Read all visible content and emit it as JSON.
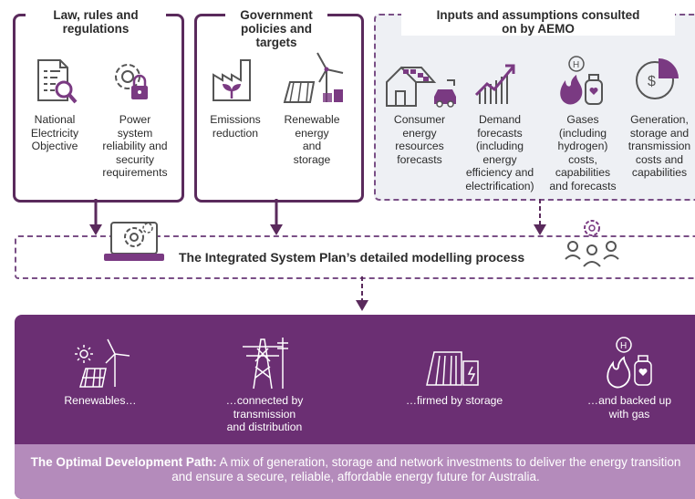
{
  "boxes": {
    "law": {
      "title": "Law, rules and\nregulations",
      "items": [
        {
          "icon": "document-magnifier-icon",
          "label": "National\nElectricity\nObjective"
        },
        {
          "icon": "gear-lock-icon",
          "label": "Power\nsystem\nreliability and\nsecurity\nrequirements"
        }
      ]
    },
    "government": {
      "title": "Government\npolicies and\ntargets",
      "items": [
        {
          "icon": "factory-plant-icon",
          "label": "Emissions\nreduction"
        },
        {
          "icon": "wind-solar-storage-icon",
          "label": "Renewable\nenergy\nand\nstorage"
        }
      ]
    },
    "inputs": {
      "title": "Inputs and assumptions consulted\non by AEMO",
      "items": [
        {
          "icon": "house-solar-ev-icon",
          "label": "Consumer\nenergy\nresources\nforecasts"
        },
        {
          "icon": "growth-chart-icon",
          "label": "Demand\nforecasts\n(including\nenergy\nefficiency and\nelectrification)"
        },
        {
          "icon": "gas-hydrogen-icon",
          "label": "Gases\n(including\nhydrogen)\ncosts,\ncapabilities\nand forecasts"
        },
        {
          "icon": "dollar-pie-icon",
          "label": "Generation,\nstorage and\ntransmission\ncosts and\ncapabilities"
        }
      ]
    }
  },
  "modelling": {
    "label": "The Integrated System Plan’s detailed modelling process"
  },
  "outcome": {
    "items": [
      {
        "icon": "wind-solar-icon",
        "label": "Renewables…"
      },
      {
        "icon": "transmission-tower-icon",
        "label": "…connected by\ntransmission\nand distribution"
      },
      {
        "icon": "dam-storage-icon",
        "label": "…firmed by storage"
      },
      {
        "icon": "gas-flame-icon",
        "label": "…and backed up\nwith gas"
      }
    ],
    "odp_bold": "The Optimal Development Path:",
    "odp_text": " A mix of generation, storage and network investments to deliver the energy transition and ensure a secure, reliable, affordable energy future for Australia."
  },
  "colors": {
    "primary": "#6b2f73",
    "dark_border": "#5a2a5c",
    "light_purple": "#b48bbb",
    "panel_bg": "#eef0f4"
  }
}
